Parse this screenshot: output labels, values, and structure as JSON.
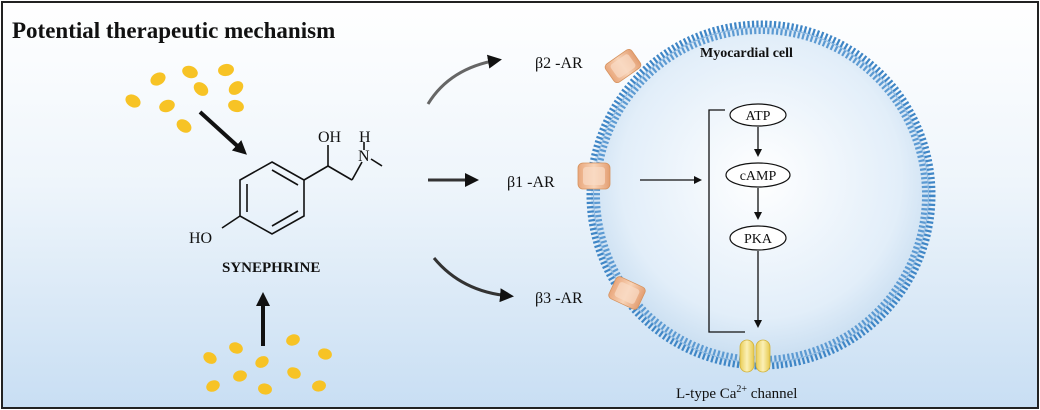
{
  "title": "Potential therapeutic mechanism",
  "molecule": {
    "name": "SYNEPHRINE",
    "oh_label": "OH",
    "ho_label": "HO",
    "nh_label": "N",
    "h_label": "H"
  },
  "receptors": {
    "beta2": "β2 -AR",
    "beta1": "β1 -AR",
    "beta3": "β3 -AR"
  },
  "cell": {
    "label": "Myocardial cell"
  },
  "pathway": {
    "atp": "ATP",
    "camp": "cAMP",
    "pka": "PKA"
  },
  "channel": {
    "label_prefix": "L-type Ca",
    "label_sup": "2+",
    "label_suffix": " channel"
  },
  "colors": {
    "background_top": "#ffffff",
    "background_bottom": "#cfe3f5",
    "membrane": "#3f86c6",
    "receptor": "#f3c39c",
    "particles": "#f7c325",
    "channel": "#f4e08a",
    "border": "#222222"
  }
}
